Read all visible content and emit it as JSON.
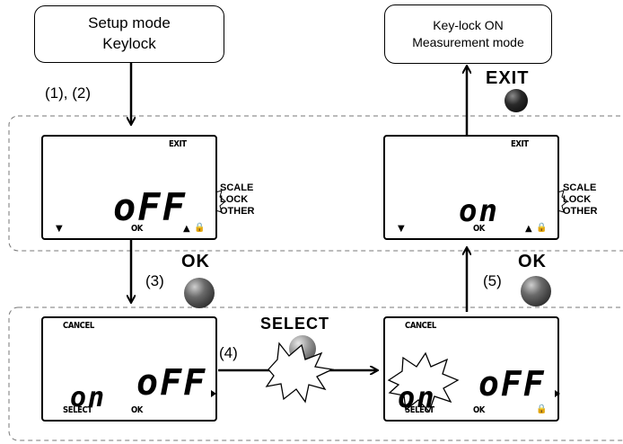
{
  "boxes": {
    "setup_line1": "Setup mode",
    "setup_line2": "Keylock",
    "result_line1": "Key-lock ON",
    "result_line2": "Measurement mode"
  },
  "steps": {
    "s12": "(1), (2)",
    "s3": "(3)",
    "s4": "(4)",
    "s5": "(5)"
  },
  "buttons": {
    "exit": "EXIT",
    "ok_left": "OK",
    "ok_right": "OK",
    "select": "SELECT"
  },
  "lcd": {
    "exit": "EXIT",
    "ok": "OK",
    "cancel": "CANCEL",
    "select": "SELECT",
    "off": "oFF",
    "on": "on"
  },
  "menu": [
    "SCALE",
    "LOCK",
    "OTHER"
  ],
  "colors": {
    "button_fill": "#555555",
    "button_highlight": "#bbbbbb",
    "dashed_border": "#777777"
  },
  "icons": [
    "down-arrow-icon",
    "up-arrow-icon",
    "lock-icon",
    "starburst-icon",
    "right-pointer-icon"
  ]
}
